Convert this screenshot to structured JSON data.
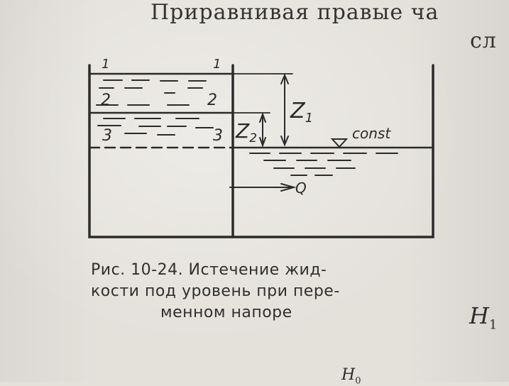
{
  "header_text": "Приравнивая правые ча",
  "header_text_2": "сл",
  "figure": {
    "section_labels": [
      "1",
      "1",
      "2",
      "2",
      "3",
      "3"
    ],
    "z1_label": "Z",
    "z1_sub": "1",
    "z2_label": "Z",
    "z2_sub": "2",
    "level_label": "const",
    "flow_label": "Q"
  },
  "caption": {
    "line1": "Рис. 10-24. Истечение жид-",
    "line2": "кости под уровень при пере-",
    "line3": "менном напоре"
  },
  "margin_formula": {
    "symbol": "H",
    "subscript": "1"
  },
  "bottom_formula": {
    "symbol": "H",
    "subscript": "0"
  }
}
